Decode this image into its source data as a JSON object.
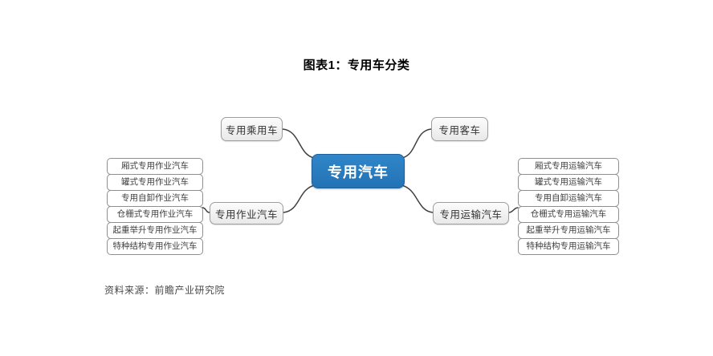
{
  "title": "图表1：专用车分类",
  "center": {
    "label": "专用汽车"
  },
  "branches": {
    "passenger": {
      "label": "专用乘用车"
    },
    "bus": {
      "label": "专用客车"
    },
    "operation": {
      "label": "专用作业汽车"
    },
    "transport": {
      "label": "专用运输汽车"
    }
  },
  "operation_items": [
    "厢式专用作业汽车",
    "罐式专用作业汽车",
    "专用自卸作业汽车",
    "仓栅式专用作业汽车",
    "起重举升专用作业汽车",
    "特种结构专用作业汽车"
  ],
  "transport_items": [
    "厢式专用运输汽车",
    "罐式专用运输汽车",
    "专用自卸运输汽车",
    "仓栅式专用运输汽车",
    "起重举升专用运输汽车",
    "特种结构专用运输汽车"
  ],
  "source": "资料来源：前瞻产业研究院",
  "colors": {
    "center_fill": "#2878be",
    "center_border": "#1d5f9d",
    "branch_fill": "#f0f0f0",
    "branch_border": "#9e9e9e",
    "leaf_border": "#8f8f8f",
    "connector": "#404040",
    "title_text": "#000000",
    "source_text": "#4a4a4a"
  }
}
